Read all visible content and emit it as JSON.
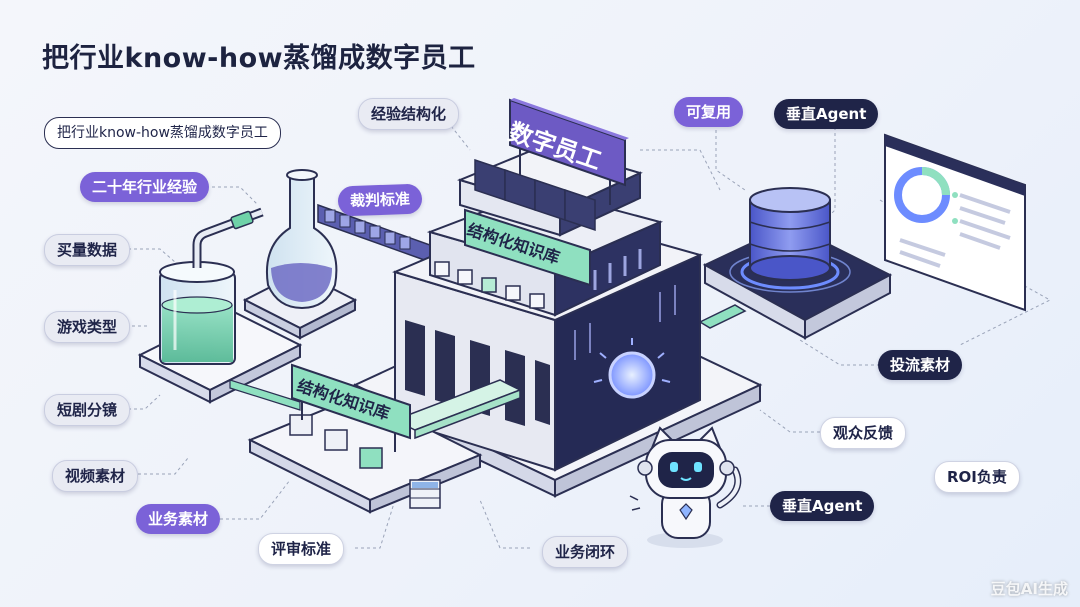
{
  "title": "把行业know-how蒸馏成数字员工",
  "subtitle": "把行业know-how蒸馏成数字员工",
  "watermark": "豆包AI生成",
  "left_labels": {
    "experience": "二十年行业经验",
    "data": "买量数据",
    "game_type": "游戏类型",
    "storyboard": "短剧分镜",
    "video": "视频素材",
    "business": "业务素材",
    "review": "评审标准"
  },
  "top_labels": {
    "structuring": "经验结构化",
    "judge": "裁判标准",
    "reusable": "可复用",
    "vertical_agent_top": "垂直Agent"
  },
  "signs": {
    "digital_employee": "数字员工",
    "knowledge_base_building": "结构化知识库",
    "knowledge_base_platform": "结构化知识库"
  },
  "right_labels": {
    "ad_material": "投流素材",
    "feedback": "观众反馈",
    "roi": "ROI负责",
    "vertical_agent_bottom": "垂直Agent",
    "loop": "业务闭环"
  },
  "colors": {
    "accent_purple": "#7b62d8",
    "dark_navy": "#1f2448",
    "mint": "#8fe0c0",
    "sign_purple": "#6d5ac4"
  },
  "icons": [
    "flask-icon",
    "beaker-icon",
    "server-cylinder-icon",
    "monitor-dashboard-icon",
    "robot-cat-icon",
    "lightbulb-icon"
  ]
}
